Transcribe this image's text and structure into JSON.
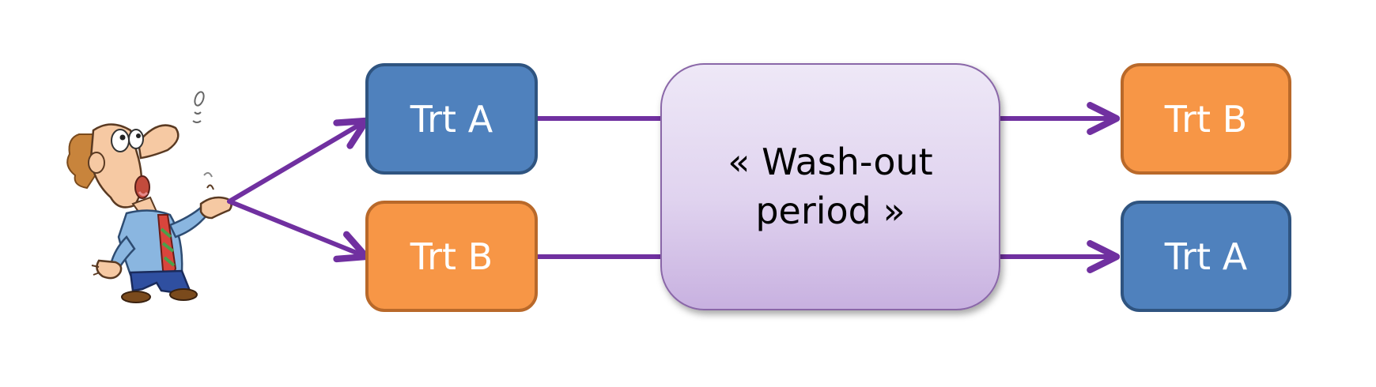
{
  "diagram": {
    "boxes": {
      "left_top": {
        "label": "Trt A",
        "color": "#4f81bd"
      },
      "left_bottom": {
        "label": "Trt B",
        "color": "#f79646"
      },
      "right_top": {
        "label": "Trt B",
        "color": "#f79646"
      },
      "right_bottom": {
        "label": "Trt A",
        "color": "#4f81bd"
      }
    },
    "washout": {
      "label": "« Wash-out period »"
    },
    "arrow_color": "#7030a0",
    "figure": {
      "icon": "confused-man-icon"
    }
  }
}
